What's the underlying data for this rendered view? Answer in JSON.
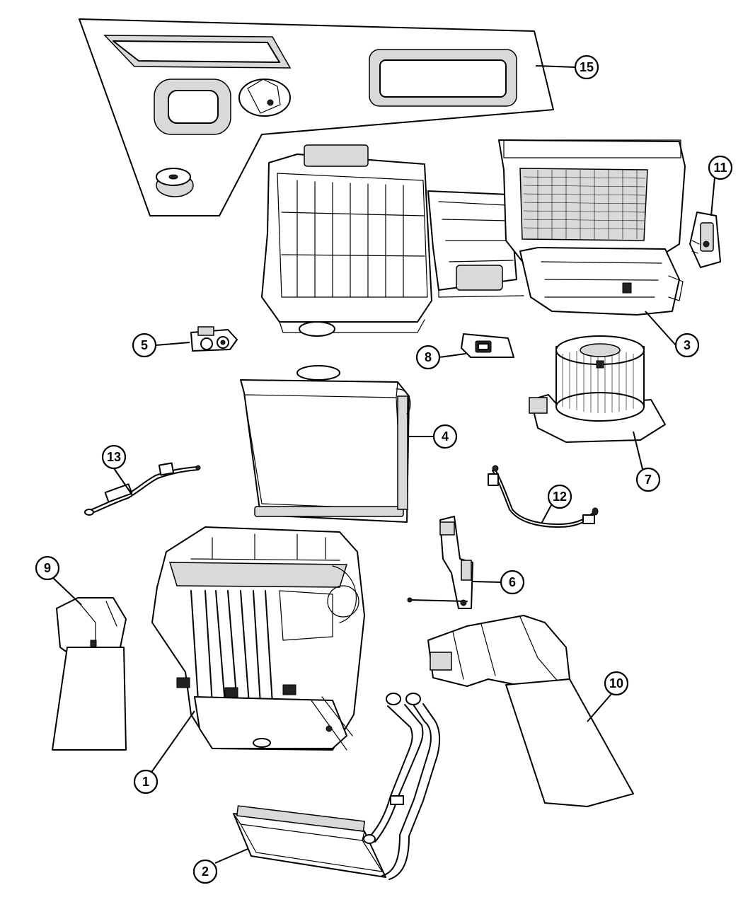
{
  "callouts": {
    "c1": "1",
    "c2": "2",
    "c3": "3",
    "c4": "4",
    "c5": "5",
    "c6": "6",
    "c7": "7",
    "c8": "8",
    "c9": "9",
    "c10": "10",
    "c11": "11",
    "c12": "12",
    "c13": "13",
    "c15": "15"
  }
}
